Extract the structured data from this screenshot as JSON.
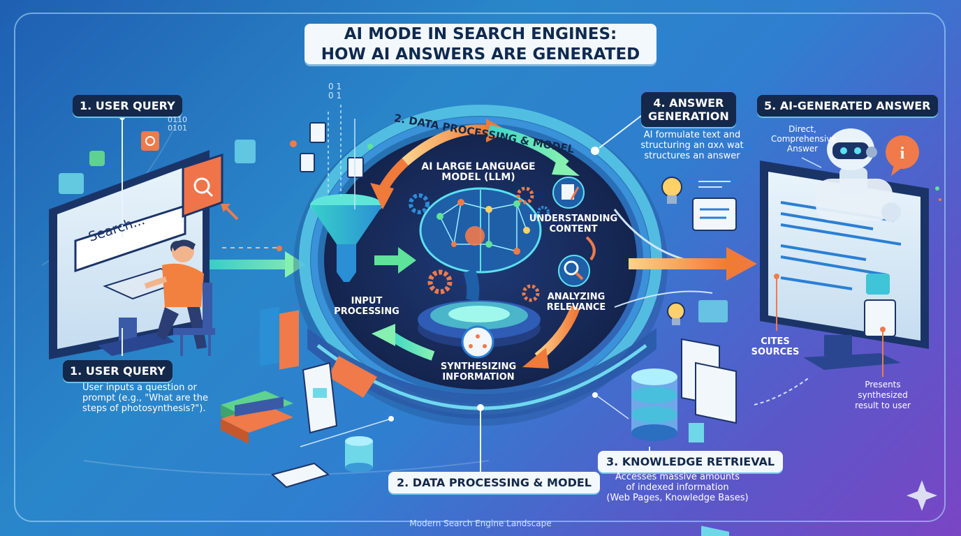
{
  "title": {
    "line1": "AI MODE IN SEARCH ENGINES:",
    "line2": "HOW AI ANSWERS ARE GENERATED"
  },
  "step1": {
    "header": "1. USER QUERY",
    "search_placeholder": "Search...",
    "footer_header": "1. USER QUERY",
    "desc_line1": "User inputs a question or",
    "desc_line2": "prompt (e.g., \"What are the",
    "desc_line3": "steps of photosynthesis?\")."
  },
  "step2": {
    "ring_label": "2. DATA PROCESSING & MODEL",
    "footer_header": "2. DATA PROCESSING & MODEL",
    "llm_line1": "AI LARGE LANGUAGE",
    "llm_line2": "MODEL (LLM)",
    "input_line1": "INPUT",
    "input_line2": "PROCESSING",
    "understand_line1": "UNDERSTANDING",
    "understand_line2": "CONTENT",
    "analyze_line1": "ANALYZING",
    "analyze_line2": "RELEVANCE",
    "synth_line1": "SYNTHESIZING",
    "synth_line2": "INFORMATION"
  },
  "step3": {
    "header": "3. KNOWLEDGE RETRIEVAL",
    "desc_line1": "Accesses massive amounts",
    "desc_line2": "of indexed information",
    "desc_line3": "(Web Pages, Knowledge Bases)"
  },
  "step4": {
    "header_line1": "4. ANSWER",
    "header_line2": "GENERATION",
    "desc_line1": "AI formulate text and",
    "desc_line2": "structuring an ɑxʌ wat",
    "desc_line3": "structures an answer"
  },
  "step5": {
    "header": "5. AI-GENERATED ANSWER",
    "direct_line1": "Direct,",
    "direct_line2": "Comprehensive",
    "direct_line3": "Answer",
    "cites_line1": "CITES",
    "cites_line2": "SOURCES",
    "presents_line1": "Presents",
    "presents_line2": "synthesized",
    "presents_line3": "result to user"
  },
  "binary": {
    "left_line1": "0110",
    "left_line2": "0101",
    "top_line1": "0 1",
    "top_line2": "0 1"
  },
  "footer": "Modern Search Engine Landscape",
  "colors": {
    "navy": "#13284a",
    "orange": "#f58b4c",
    "teal": "#3fd3c3",
    "green": "#5fe29a",
    "ring_dark": "#1a2a55"
  },
  "icons": [
    "search-icon",
    "funnel-icon",
    "brain-icon",
    "gear-icon",
    "document-icon",
    "magnifier-icon",
    "database-icon",
    "lightbulb-icon",
    "robot-icon",
    "info-icon",
    "book-icon",
    "sparkle-icon"
  ]
}
